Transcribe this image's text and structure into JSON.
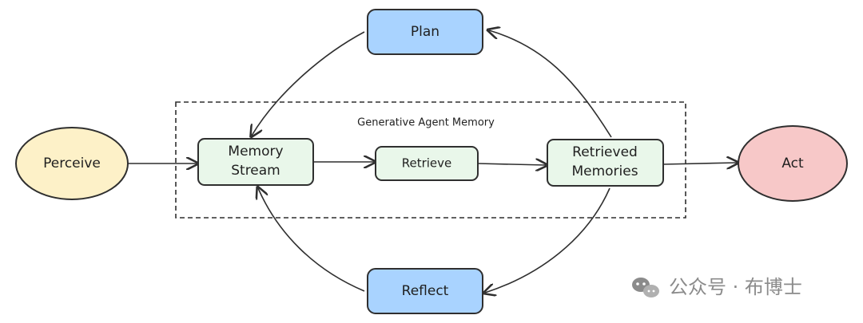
{
  "diagram": {
    "group_label": "Generative Agent Memory",
    "nodes": {
      "perceive": "Perceive",
      "memory_stream_line1": "Memory",
      "memory_stream_line2": "Stream",
      "retrieve": "Retrieve",
      "retrieved_memories_line1": "Retrieved",
      "retrieved_memories_line2": "Memories",
      "act": "Act",
      "plan": "Plan",
      "reflect": "Reflect"
    }
  },
  "watermark": {
    "text": "公众号 · 布博士",
    "icon": "wechat-icon"
  },
  "colors": {
    "perceive_fill": "#fdf1c8",
    "act_fill": "#f7c8c8",
    "memory_fill": "#e9f7ea",
    "plan_reflect_fill": "#a9d3ff",
    "stroke": "#2f2f2f"
  }
}
